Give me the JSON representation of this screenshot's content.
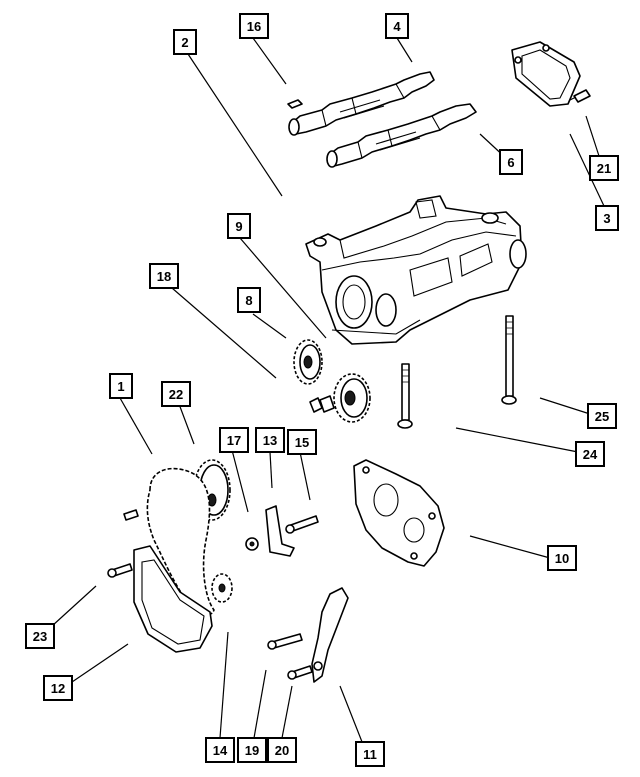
{
  "callouts": [
    {
      "id": "c1",
      "label": "1"
    },
    {
      "id": "c2",
      "label": "2"
    },
    {
      "id": "c3",
      "label": "3"
    },
    {
      "id": "c4",
      "label": "4"
    },
    {
      "id": "c6",
      "label": "6"
    },
    {
      "id": "c8",
      "label": "8"
    },
    {
      "id": "c9",
      "label": "9"
    },
    {
      "id": "c10",
      "label": "10"
    },
    {
      "id": "c11",
      "label": "11"
    },
    {
      "id": "c12",
      "label": "12"
    },
    {
      "id": "c13",
      "label": "13"
    },
    {
      "id": "c14",
      "label": "14"
    },
    {
      "id": "c15",
      "label": "15"
    },
    {
      "id": "c16",
      "label": "16"
    },
    {
      "id": "c17",
      "label": "17"
    },
    {
      "id": "c18",
      "label": "18"
    },
    {
      "id": "c19",
      "label": "19"
    },
    {
      "id": "c20",
      "label": "20"
    },
    {
      "id": "c21",
      "label": "21"
    },
    {
      "id": "c22",
      "label": "22"
    },
    {
      "id": "c23",
      "label": "23"
    },
    {
      "id": "c24",
      "label": "24"
    },
    {
      "id": "c25",
      "label": "25"
    }
  ]
}
